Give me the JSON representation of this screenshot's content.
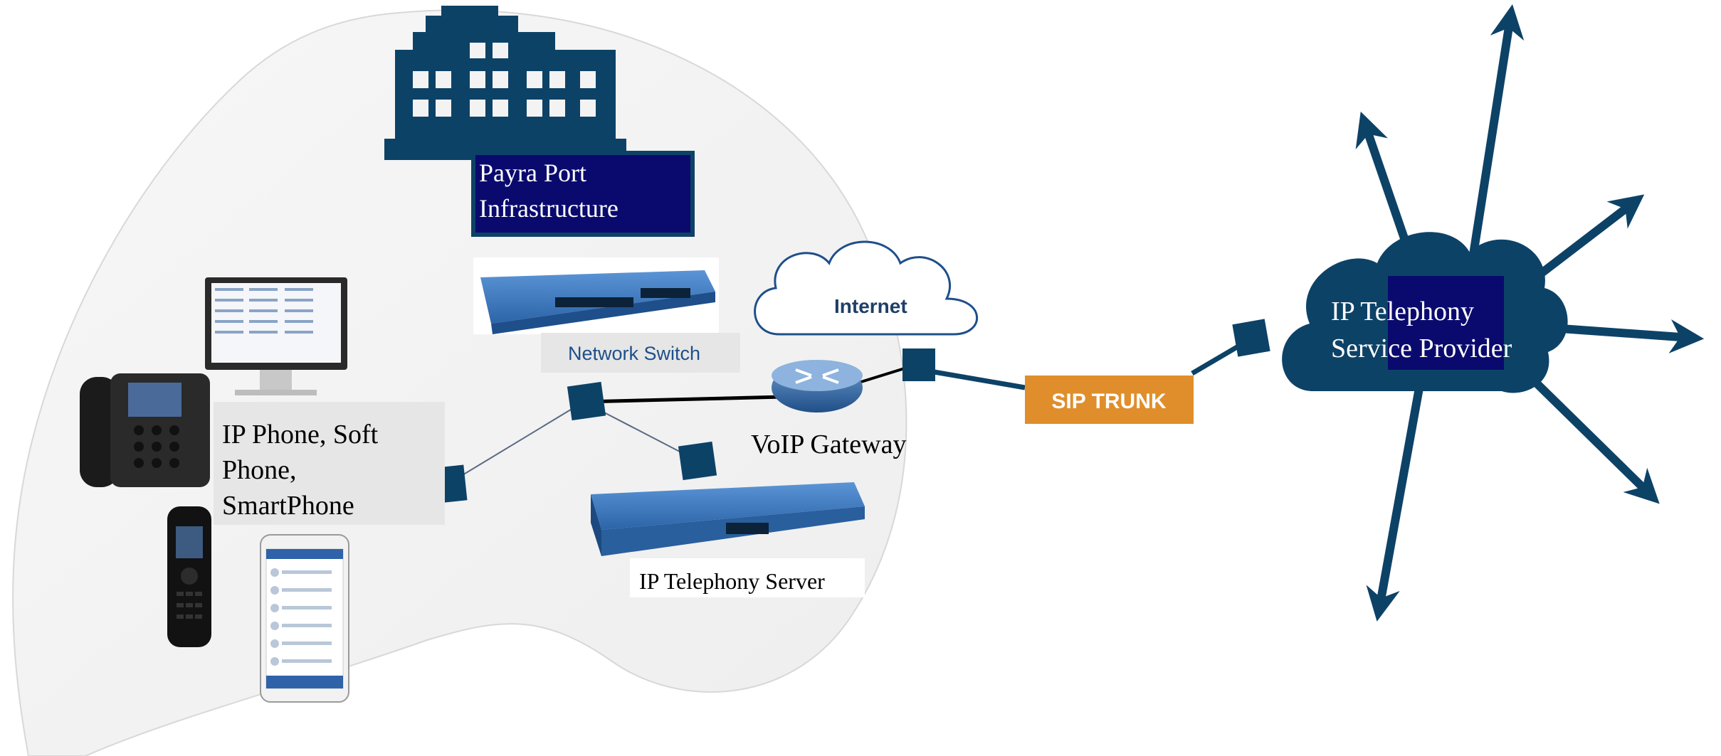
{
  "labels": {
    "infrastructure_line1": "Payra Port",
    "infrastructure_line2": "Infrastructure",
    "network_switch": "Network Switch",
    "internet": "Internet",
    "voip_gateway": "VoIP Gateway",
    "endpoints_line1": "IP Phone, Soft",
    "endpoints_line2": "Phone,",
    "endpoints_line3": "SmartPhone",
    "ip_telephony_server": "IP Telephony Server",
    "sip_trunk": "SIP TRUNK",
    "provider_line1": "IP Telephony",
    "provider_line2": "Service Provider"
  },
  "colors": {
    "navy": "#0d4267",
    "label_box": "#0a0a6e",
    "sip_orange": "#e08e2b",
    "device_blue": "#3a79c2",
    "region_fill": "#f5f5f5"
  }
}
